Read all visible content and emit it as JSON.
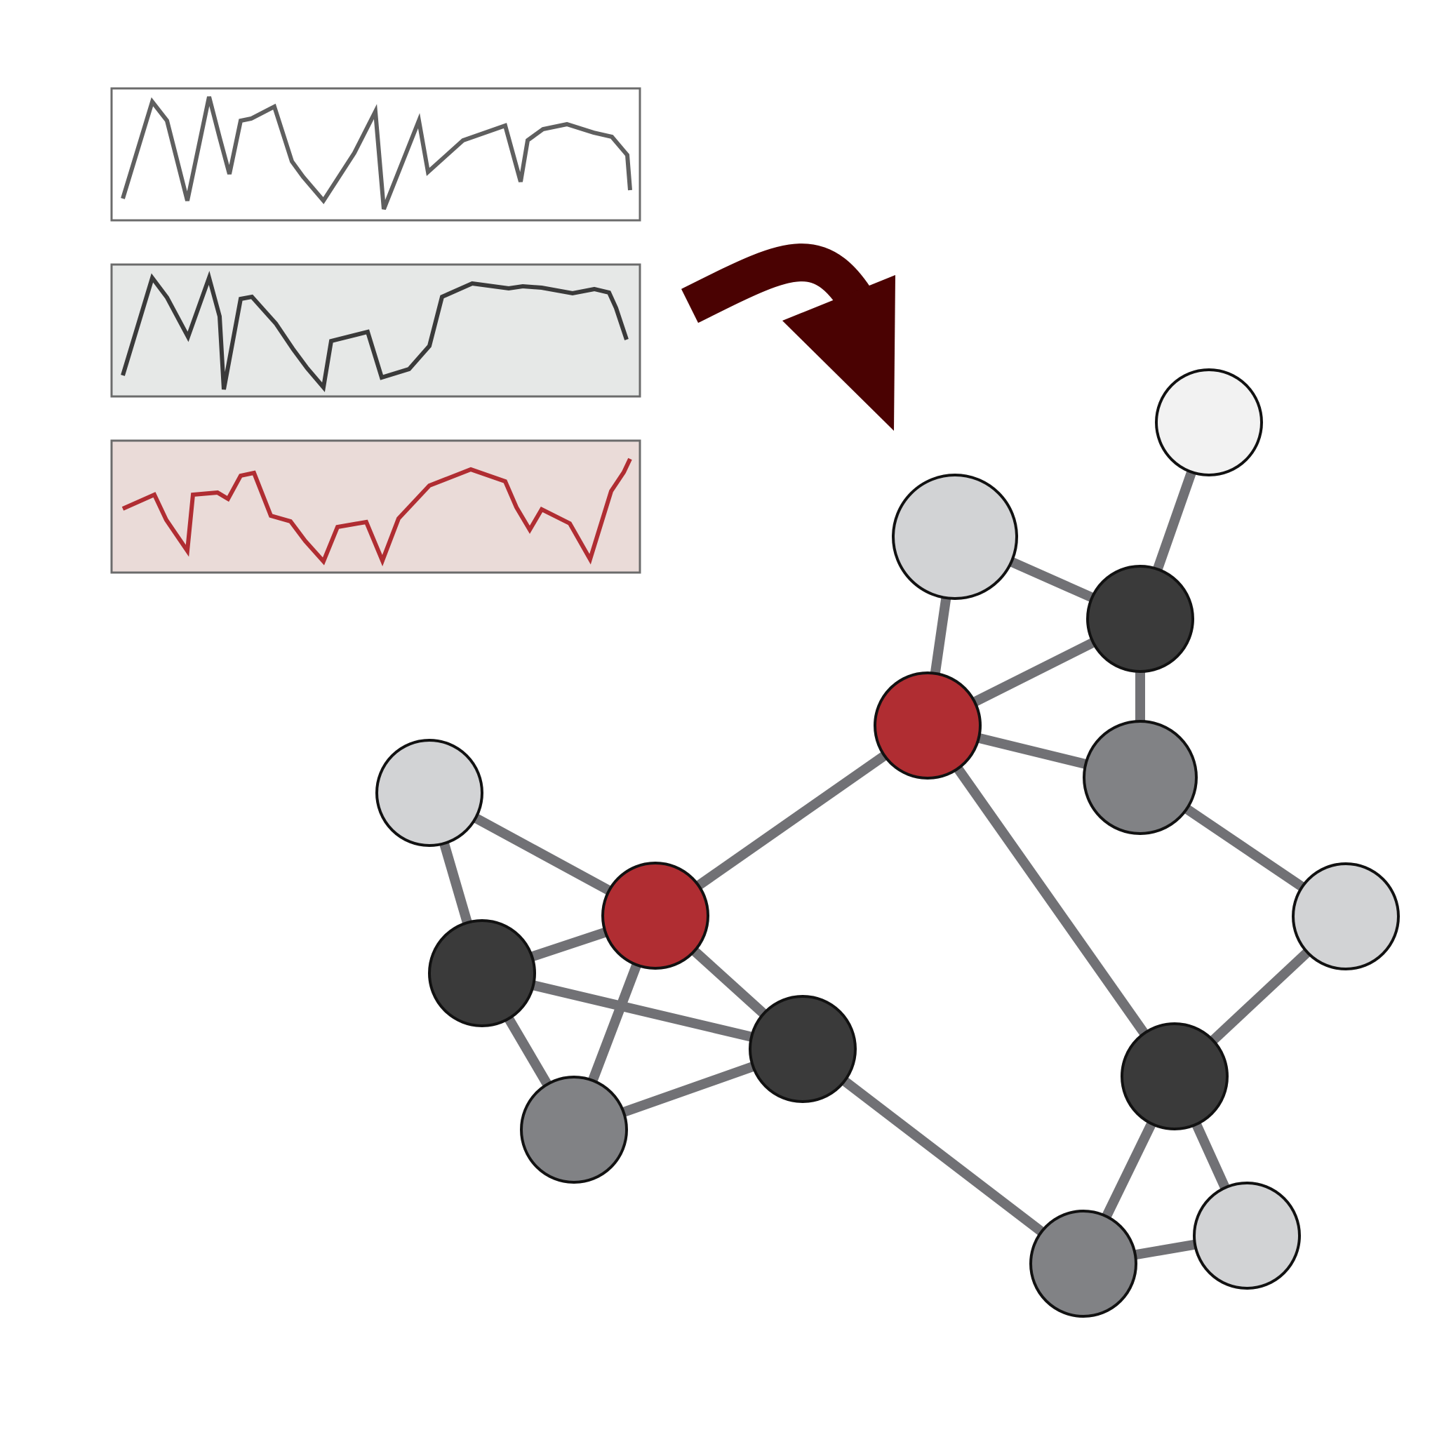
{
  "colors": {
    "background": "#ffffff",
    "panel_border": "#6b6b6b",
    "edge": "#717175",
    "node_stroke": "#111111",
    "arrow": "#4a0202",
    "accent_red": "#b02d32"
  },
  "panels": [
    {
      "name": "panel-series-1",
      "fill": "#ffffff",
      "line_color": "#5f5f5f"
    },
    {
      "name": "panel-series-2",
      "fill": "#e6e8e7",
      "line_color": "#3a3a3a"
    },
    {
      "name": "panel-series-3",
      "fill": "#eadbd8",
      "line_color": "#b02d32"
    }
  ],
  "arrow": {
    "direction": "curved-right-down",
    "color": "#4a0202"
  },
  "graph": {
    "nodes": [
      {
        "id": "n1",
        "fill": "#f2f2f2"
      },
      {
        "id": "n2",
        "fill": "#d2d3d5"
      },
      {
        "id": "n3",
        "fill": "#3a3a3a"
      },
      {
        "id": "n4",
        "fill": "#b02d32"
      },
      {
        "id": "n5",
        "fill": "#818285"
      },
      {
        "id": "n6",
        "fill": "#d2d3d5"
      },
      {
        "id": "n7",
        "fill": "#d2d3d5"
      },
      {
        "id": "n8",
        "fill": "#b02d32"
      },
      {
        "id": "n9",
        "fill": "#3a3a3a"
      },
      {
        "id": "n10",
        "fill": "#3a3a3a"
      },
      {
        "id": "n11",
        "fill": "#818285"
      },
      {
        "id": "n12",
        "fill": "#3a3a3a"
      },
      {
        "id": "n13",
        "fill": "#818285"
      },
      {
        "id": "n14",
        "fill": "#d2d3d5"
      }
    ],
    "edges": [
      [
        "n1",
        "n3"
      ],
      [
        "n2",
        "n3"
      ],
      [
        "n2",
        "n4"
      ],
      [
        "n3",
        "n4"
      ],
      [
        "n3",
        "n5"
      ],
      [
        "n4",
        "n5"
      ],
      [
        "n4",
        "n8"
      ],
      [
        "n4",
        "n12"
      ],
      [
        "n5",
        "n6"
      ],
      [
        "n6",
        "n12"
      ],
      [
        "n7",
        "n8"
      ],
      [
        "n7",
        "n9"
      ],
      [
        "n8",
        "n9"
      ],
      [
        "n8",
        "n11"
      ],
      [
        "n8",
        "n10"
      ],
      [
        "n9",
        "n10"
      ],
      [
        "n9",
        "n11"
      ],
      [
        "n11",
        "n10"
      ],
      [
        "n10",
        "n13"
      ],
      [
        "n13",
        "n12"
      ],
      [
        "n12",
        "n14"
      ],
      [
        "n13",
        "n14"
      ]
    ]
  }
}
